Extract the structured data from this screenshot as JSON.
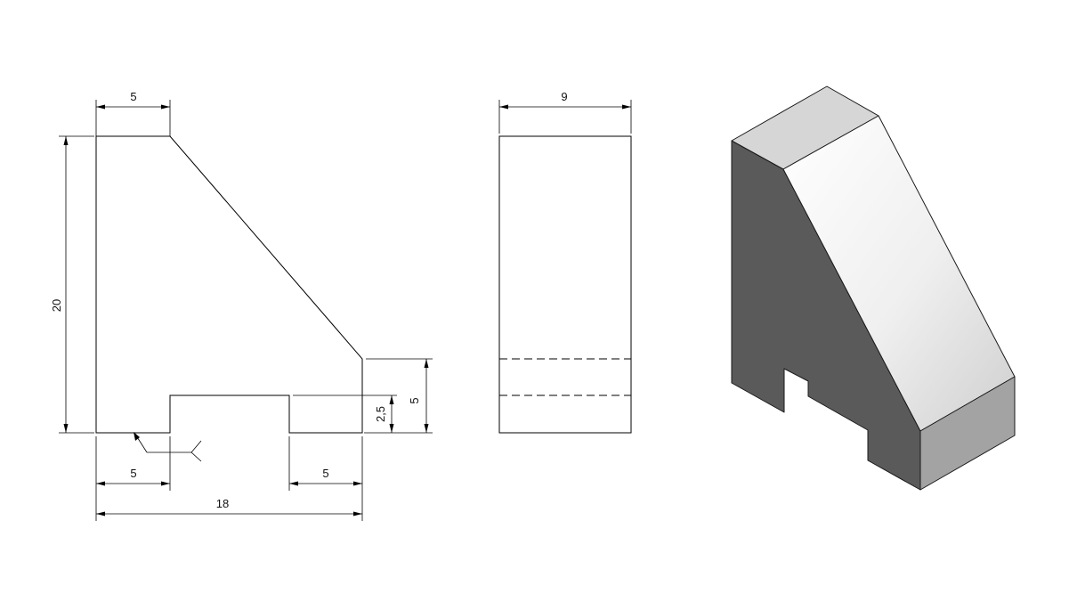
{
  "front_view": {
    "dimensions": {
      "top_width": "5",
      "height": "20",
      "slot_depth": "2,5",
      "step_height": "5",
      "bottom_left_width": "5",
      "bottom_right_width": "5",
      "overall_width": "18"
    }
  },
  "side_view": {
    "dimensions": {
      "depth": "9"
    }
  },
  "isometric_view": {
    "colors": {
      "top_face": "#d6d6d6",
      "slope_face_light": "#ffffff",
      "slope_face_dark": "#cfcfcf",
      "left_face": "#5a5a5a",
      "front_step_face": "#a3a3a3"
    }
  }
}
